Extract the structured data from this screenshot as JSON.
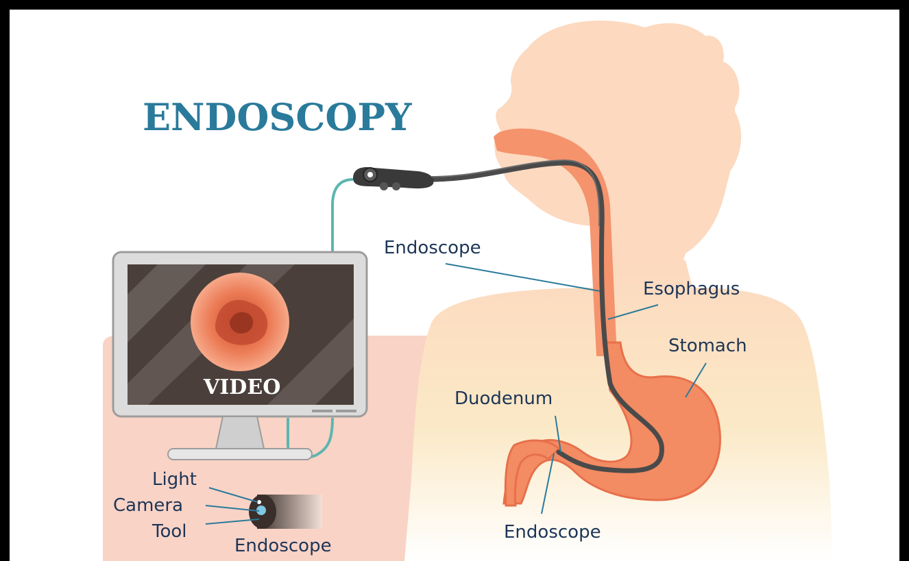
{
  "title": "ENDOSCOPY",
  "screen_text": "VIDEO",
  "labels": {
    "endoscope_top": "Endoscope",
    "esophagus": "Esophagus",
    "stomach": "Stomach",
    "duodenum": "Duodenum",
    "endoscope_bottom": "Endoscope",
    "light": "Light",
    "camera": "Camera",
    "tool": "Tool",
    "endoscope_tip": "Endoscope"
  },
  "colors": {
    "title": "#2a7a9b",
    "body_skin": "#fcd9bf",
    "torso_gradient": "#fbeec3",
    "background_panel": "#f9d3c6",
    "organ": "#f38b63",
    "scope_cable": "#4a4a4a",
    "monitor_frame": "#dcdcdc",
    "screen": "#4a3f3a",
    "label_text": "#1d3557",
    "leader_line": "#2a7a9b"
  }
}
